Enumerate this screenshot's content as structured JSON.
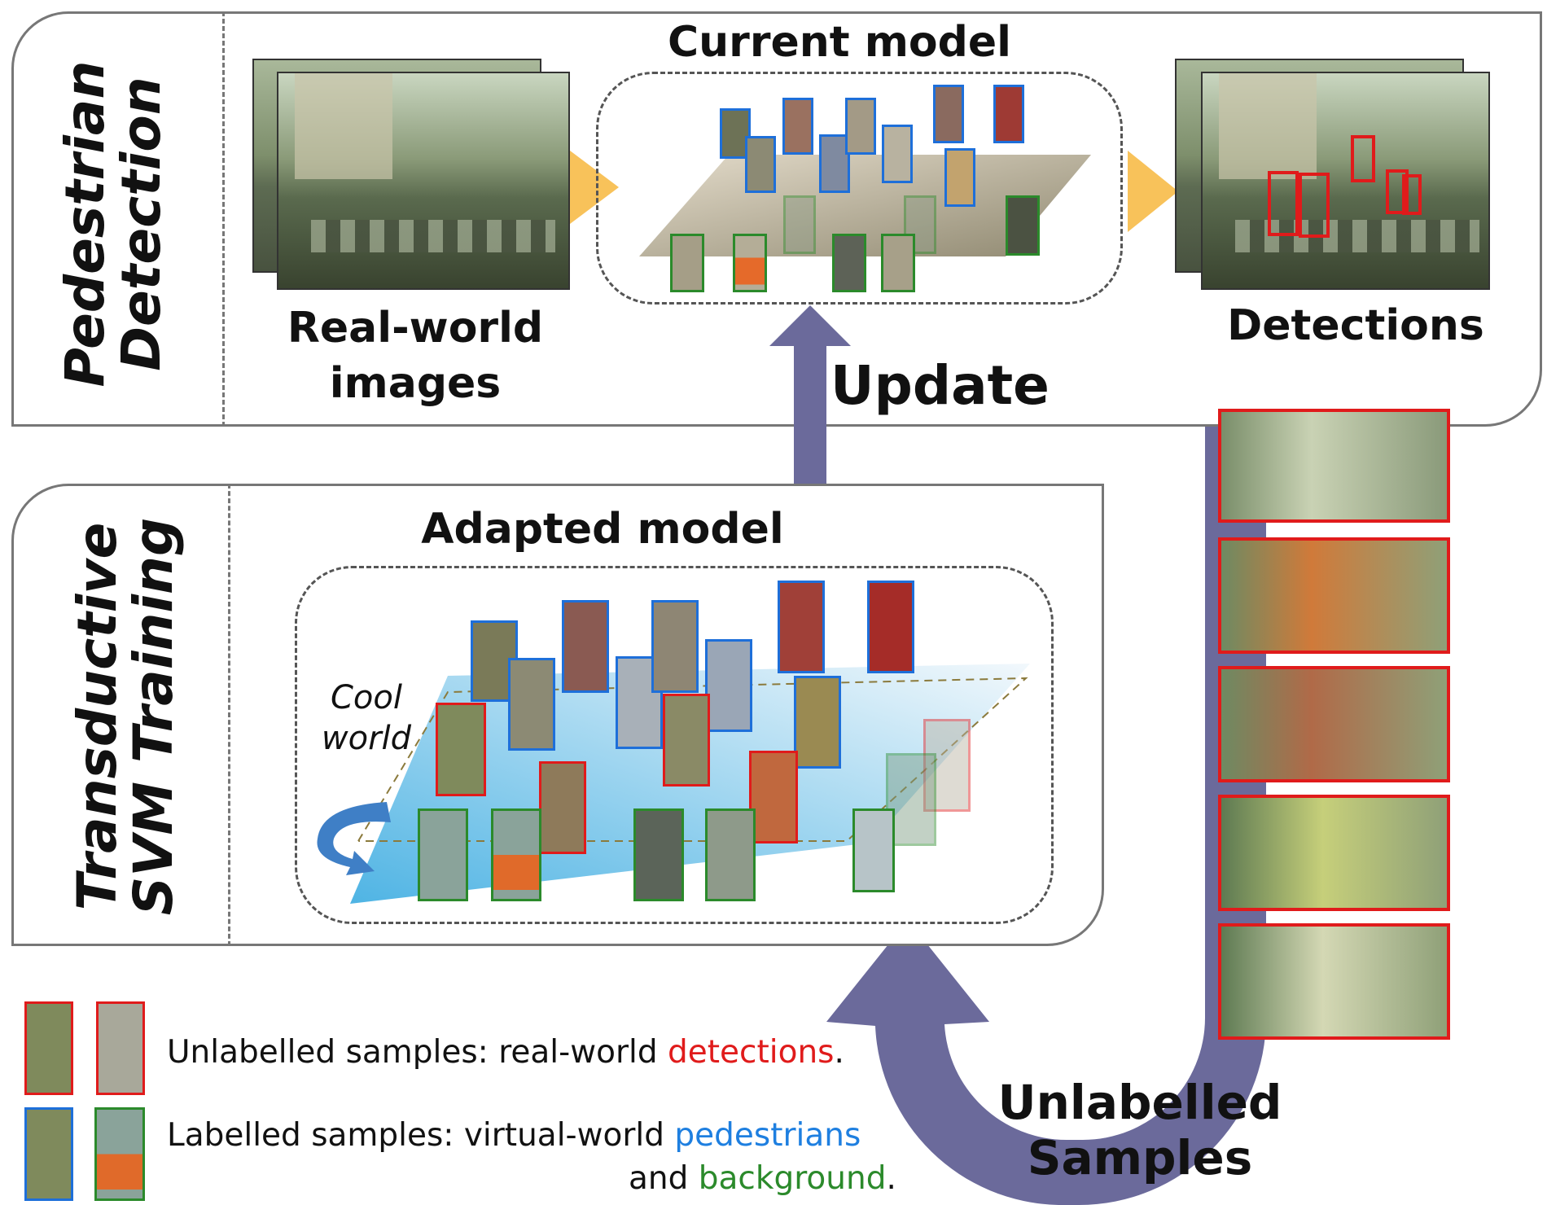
{
  "top_panel": {
    "side_label_line1": "Pedestrian",
    "side_label_line2": "Detection",
    "input_label_line1": "Real-world",
    "input_label_line2": "images",
    "model_label": "Current model",
    "output_label": "Detections"
  },
  "bottom_panel": {
    "side_label_line1": "Transductive",
    "side_label_line2": "SVM Training",
    "model_label": "Adapted model",
    "cool_world_line1": "Cool",
    "cool_world_line2": "world"
  },
  "arrows": {
    "update_label": "Update",
    "unlabelled_line1": "Unlabelled",
    "unlabelled_line2": "Samples"
  },
  "legend": {
    "unlabelled_prefix": "Unlabelled samples: real-world ",
    "unlabelled_highlight": "detections",
    "unlabelled_suffix": ".",
    "labelled_prefix": "Labelled samples: virtual-world ",
    "labelled_highlight": "pedestrians",
    "labelled_line2_prefix": "and ",
    "labelled_line2_highlight": "background",
    "labelled_line2_suffix": "."
  },
  "colors": {
    "unlabelled": "#e01b1b",
    "pedestrian": "#1e7fe0",
    "background": "#2b8a2b",
    "arrow": "#6b6a9b",
    "flow_arrow": "#f8c25a"
  }
}
